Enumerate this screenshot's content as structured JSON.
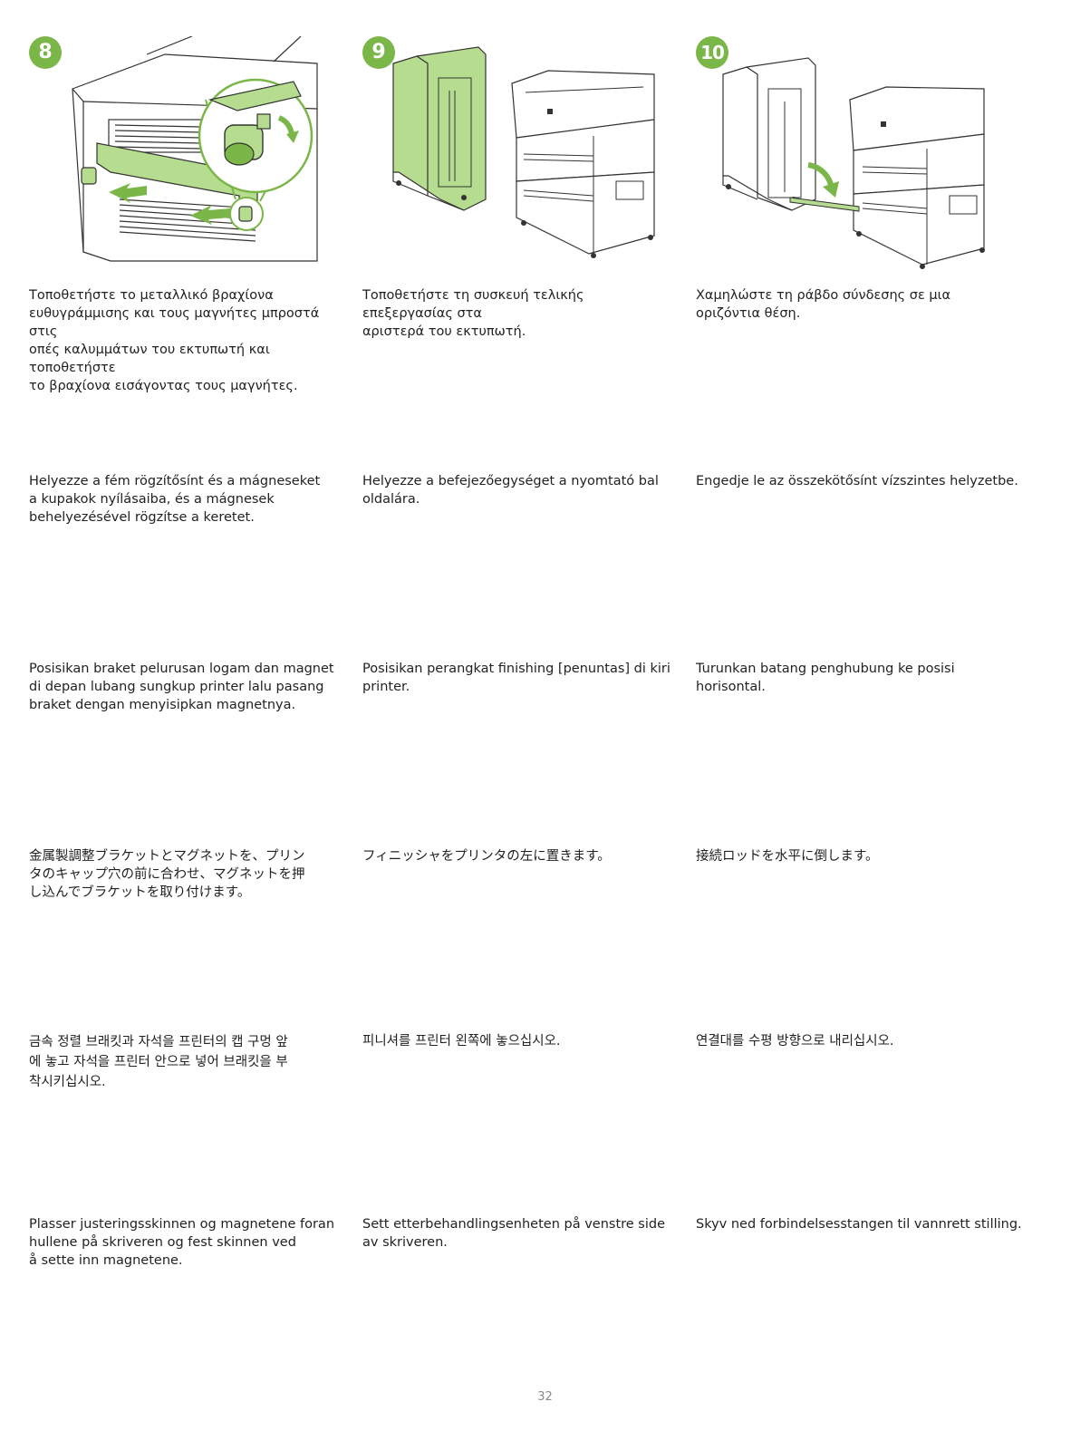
{
  "steps": [
    {
      "number": "8",
      "texts": {
        "el": "Τοποθετήστε το μεταλλικό βραχίονα\nευθυγράμμισης και τους μαγνήτες μπροστά στις\nοπές καλυμμάτων του εκτυπωτή και τοποθετήστε\nτο βραχίονα εισάγοντας τους μαγνήτες.",
        "hu": "Helyezze a fém rögzítősínt és a mágneseket\na kupakok nyílásaiba, és a mágnesek\nbehelyezésével rögzítse a keretet.",
        "id": "Posisikan braket pelurusan logam dan magnet\ndi depan lubang sungkup printer lalu pasang\nbraket dengan menyisipkan magnetnya.",
        "ja": "金属製調整ブラケットとマグネットを、プリン\nタのキャップ穴の前に合わせ、マグネットを押\nし込んでブラケットを取り付けます。",
        "ko": "금속 정렬 브래킷과 자석을 프린터의 캡 구멍 앞\n에 놓고 자석을 프린터 안으로 넣어 브래킷을 부\n착시키십시오.",
        "no": "Plasser justeringsskinnen og magnetene foran\nhullene på skriveren og fest skinnen ved\nå sette inn magnetene."
      }
    },
    {
      "number": "9",
      "texts": {
        "el": "Τοποθετήστε τη συσκευή τελικής επεξεργασίας στα\nαριστερά του εκτυπωτή.",
        "hu": "Helyezze a befejezőegységet a nyomtató bal\noldalára.",
        "id": "Posisikan perangkat finishing [penuntas] di kiri\nprinter.",
        "ja": "フィニッシャをプリンタの左に置きます。",
        "ko": "피니셔를 프린터 왼쪽에 놓으십시오.",
        "no": "Sett etterbehandlingsenheten på venstre side\nav skriveren."
      }
    },
    {
      "number": "10",
      "texts": {
        "el": "Χαμηλώστε τη ράβδο σύνδεσης σε μια\nοριζόντια θέση.",
        "hu": "Engedje le az összekötősínt vízszintes helyzetbe.",
        "id": "Turunkan batang penghubung ke posisi\nhorisontal.",
        "ja": "接続ロッドを水平に倒します。",
        "ko": "연결대를 수평 방향으로 내리십시오.",
        "no": "Skyv ned forbindelsesstangen til vannrett stilling."
      }
    }
  ],
  "page_number": "32",
  "colors": {
    "accent": "#7ab648",
    "accent_light": "#b5dc8f"
  }
}
